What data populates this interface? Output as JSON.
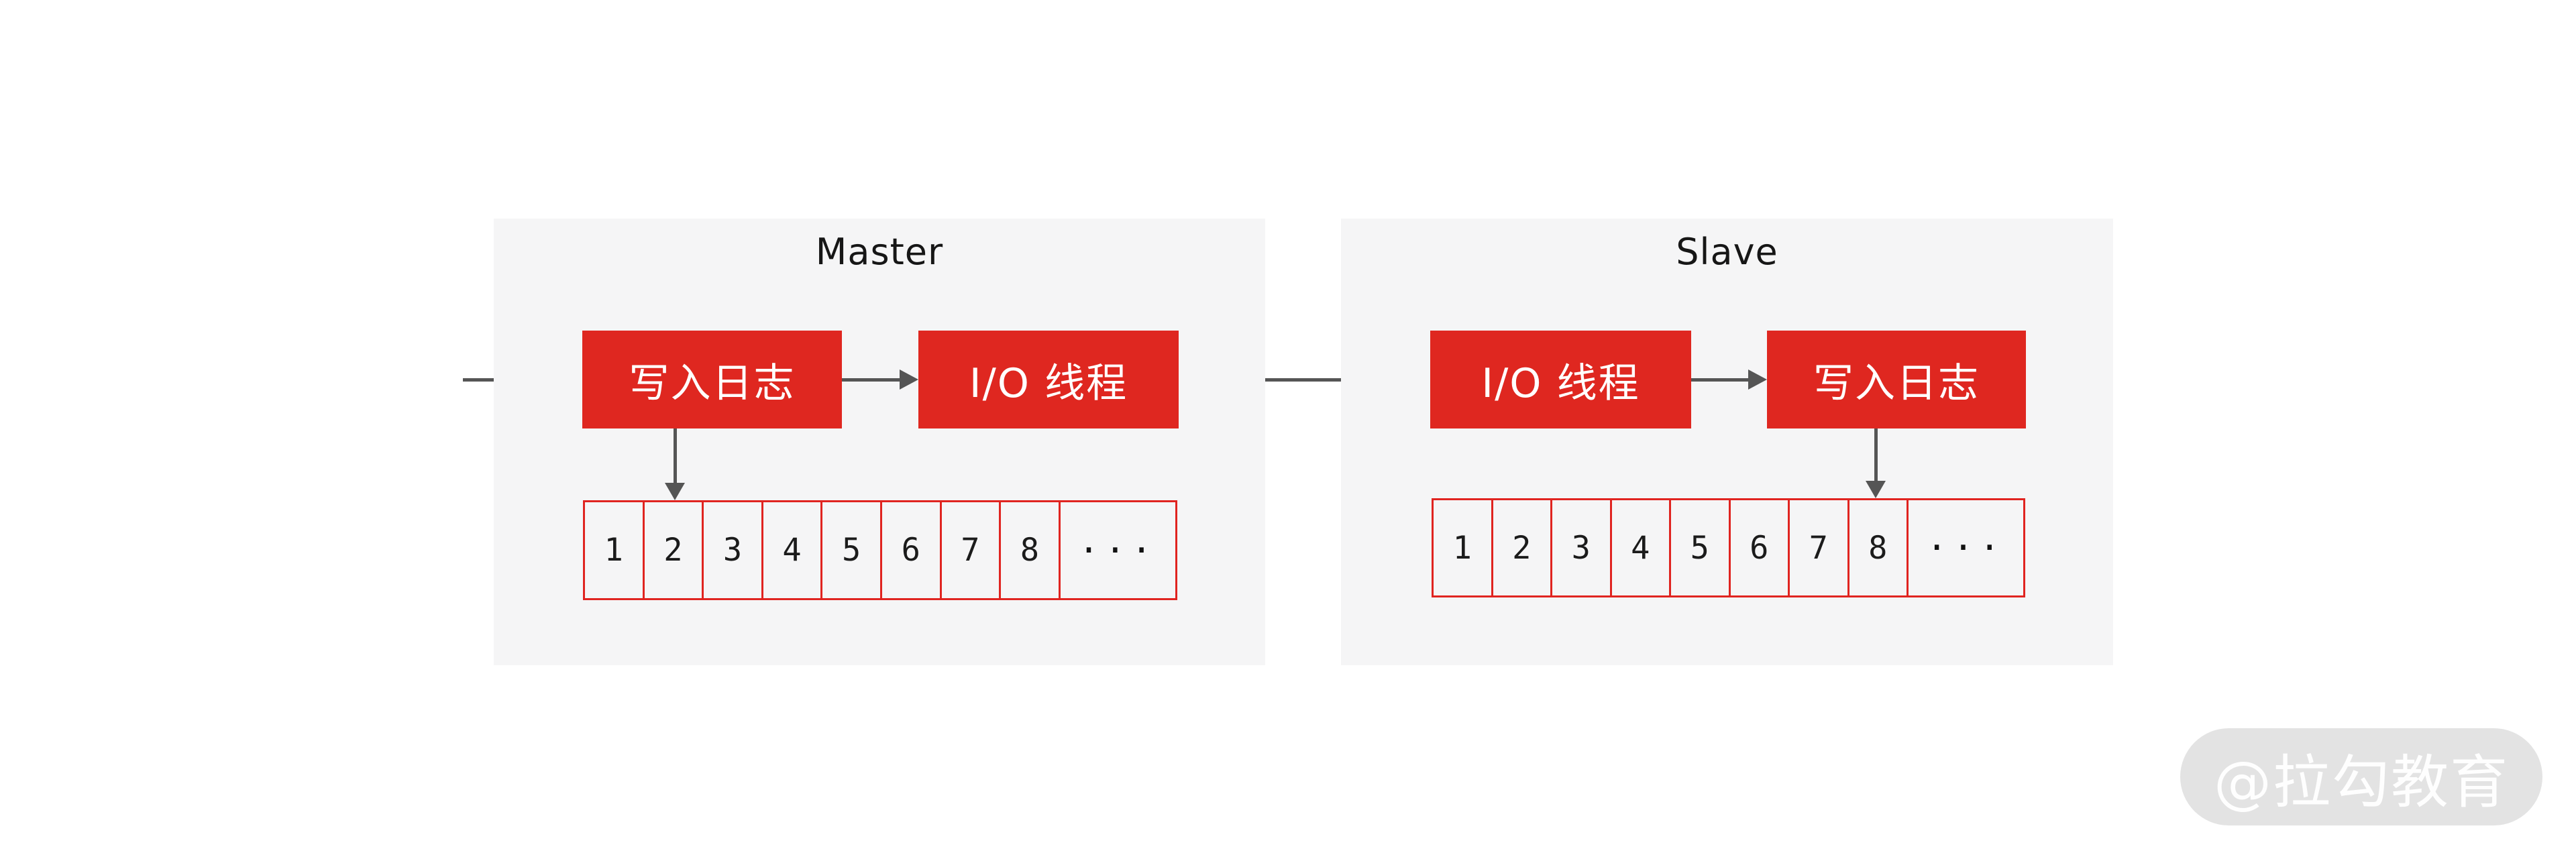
{
  "diagram": {
    "type": "flow",
    "accent_color": "#df2720",
    "panel_bg": "#f5f5f6",
    "arrow_color": "#555555",
    "cell_border_color": "#e02420",
    "panels": [
      {
        "id": "master",
        "title": "Master",
        "nodes": [
          "写入日志",
          "I/O 线程"
        ],
        "cells": [
          "1",
          "2",
          "3",
          "4",
          "5",
          "6",
          "7",
          "8",
          "···"
        ]
      },
      {
        "id": "slave",
        "title": "Slave",
        "nodes": [
          "I/O 线程",
          "写入日志"
        ],
        "cells": [
          "1",
          "2",
          "3",
          "4",
          "5",
          "6",
          "7",
          "8",
          "···"
        ]
      }
    ],
    "connections": [
      "external → Master.写入日志",
      "Master.写入日志 → Master.I/O 线程",
      "Master.I/O 线程 → Slave.I/O 线程",
      "Slave.I/O 线程 → Slave.写入日志",
      "Master.写入日志 ↓ 日志单元2",
      "Slave.写入日志 ↓ 日志单元8"
    ]
  },
  "watermark": {
    "text": "@拉勾教育",
    "bg": "#e3e3e3",
    "text_color": "#ffffff"
  }
}
